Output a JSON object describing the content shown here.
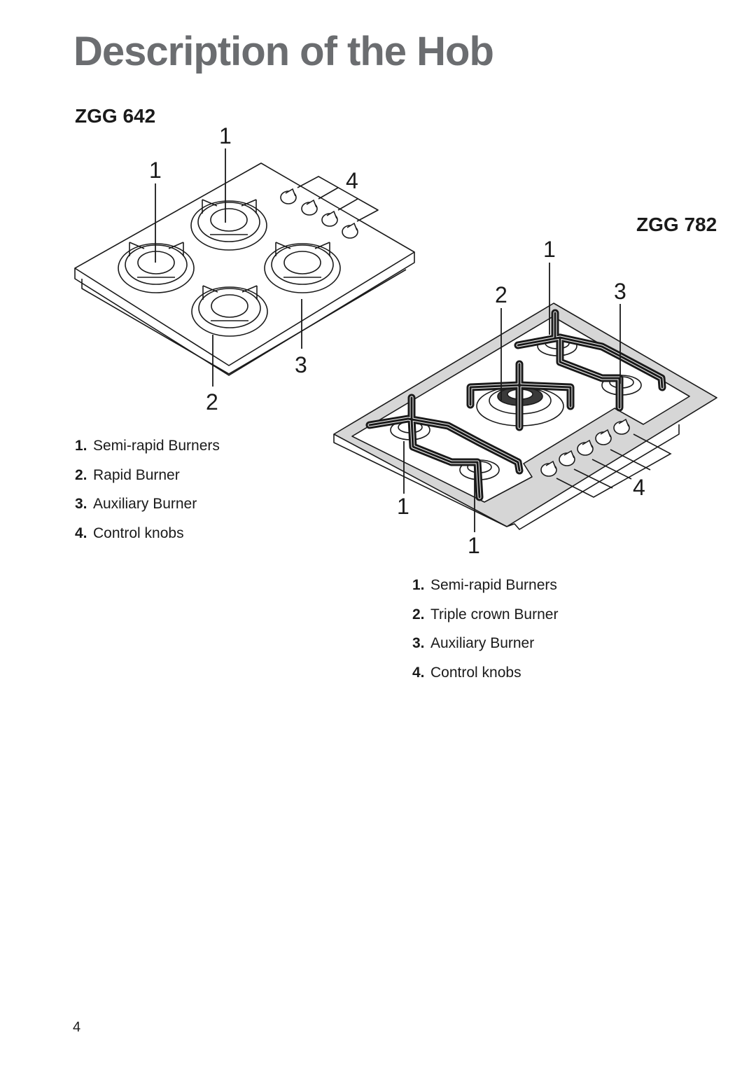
{
  "page": {
    "title": "Description of the Hob",
    "page_number": "4"
  },
  "zgg642": {
    "model": "ZGG 642",
    "callouts": [
      "1",
      "1",
      "4",
      "3",
      "2"
    ],
    "legend": [
      {
        "num": "1.",
        "text": "Semi-rapid Burners"
      },
      {
        "num": "2.",
        "text": "Rapid Burner"
      },
      {
        "num": "3.",
        "text": "Auxiliary Burner"
      },
      {
        "num": "4.",
        "text": "Control knobs"
      }
    ]
  },
  "zgg782": {
    "model": "ZGG 782",
    "callouts": [
      "1",
      "2",
      "3",
      "4",
      "1",
      "1"
    ],
    "legend": [
      {
        "num": "1.",
        "text": "Semi-rapid Burners"
      },
      {
        "num": "2.",
        "text": "Triple crown Burner"
      },
      {
        "num": "3.",
        "text": "Auxiliary Burner"
      },
      {
        "num": "4.",
        "text": "Control knobs"
      }
    ]
  }
}
